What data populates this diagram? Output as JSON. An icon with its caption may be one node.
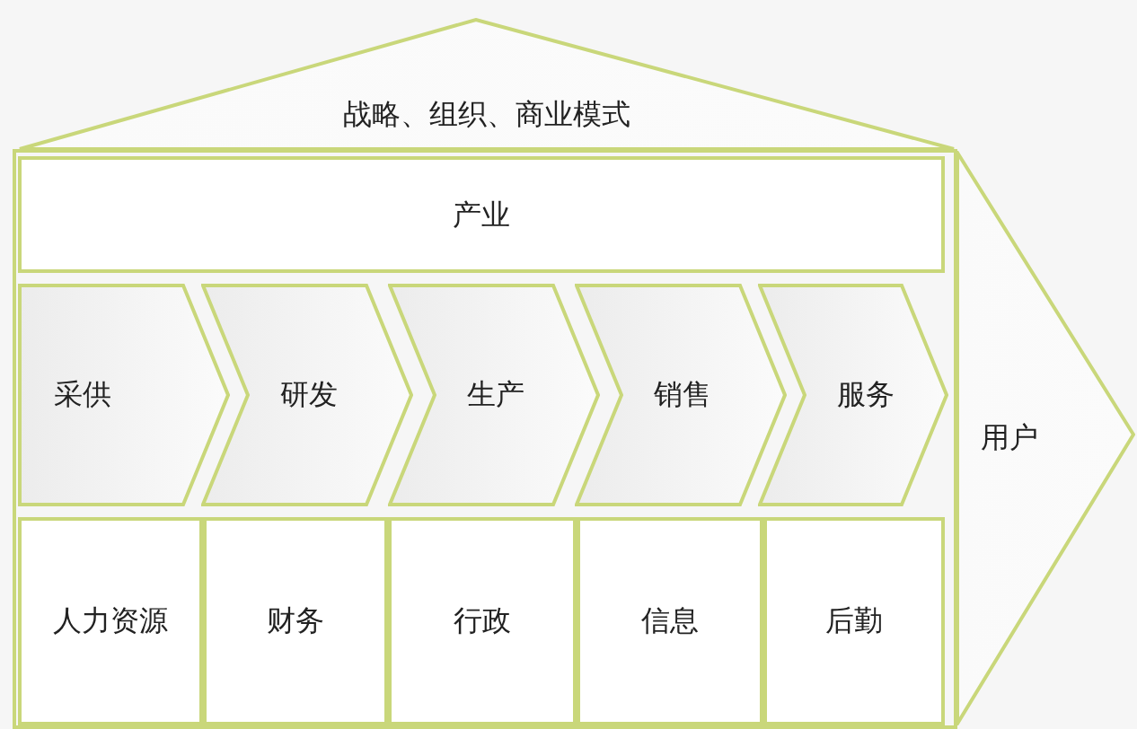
{
  "diagram": {
    "nodes": [
      {
        "text": [
          "战略、组织、商业模式"
        ]
      },
      {
        "text": [
          "产业"
        ]
      },
      {
        "text": [
          "采供"
        ]
      },
      {
        "text": [
          "研发"
        ]
      },
      {
        "text": [
          "生产"
        ]
      },
      {
        "text": [
          "销售"
        ]
      },
      {
        "text": [
          "服务"
        ]
      },
      {
        "text": [
          "人力资源"
        ]
      },
      {
        "text": [
          "财务"
        ]
      },
      {
        "text": [
          "行政"
        ]
      },
      {
        "text": [
          "信息"
        ]
      },
      {
        "text": [
          "后勤"
        ]
      },
      {
        "text": [
          "用户"
        ]
      }
    ]
  }
}
